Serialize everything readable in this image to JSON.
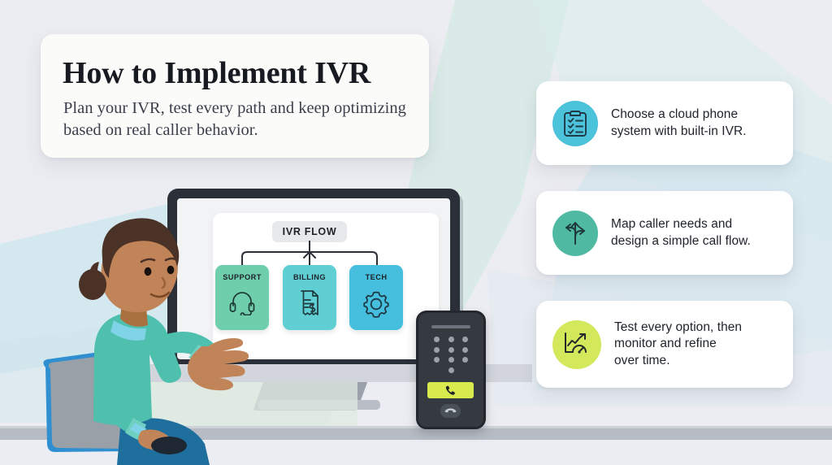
{
  "background": {
    "base_color": "#ecedf2",
    "ribbon_mint": "#cfeae0",
    "ribbon_cyan": "#cfe6f0",
    "wedge_cyan": "#bfe3ec"
  },
  "title_card": {
    "heading": "How to Implement IVR",
    "subtitle_line1": "Plan your IVR, test every path and keep",
    "subtitle_line2": "optimizing based on real caller behavior."
  },
  "steps": [
    {
      "icon": "clipboard-checklist-icon",
      "icon_bg": "#4cc3da",
      "icon_stroke": "#1f3a46",
      "line1": "Choose a cloud phone",
      "line2": "system with built-in IVR.",
      "line3": ""
    },
    {
      "icon": "branching-arrows-icon",
      "icon_bg": "#4fb9a2",
      "icon_stroke": "#1f3a3a",
      "line1": "Map caller needs and",
      "line2": "design a simple call flow.",
      "line3": ""
    },
    {
      "icon": "growth-chart-gauge-icon",
      "icon_bg": "#d4e85c",
      "icon_stroke": "#23282c",
      "line1": "Test every option, then",
      "line2": "monitor and refine",
      "line3": "over time."
    }
  ],
  "monitor": {
    "frame_color": "#2b2f38",
    "screen_color": "#f2f3f5",
    "flow": {
      "root_label": "IVR FLOW",
      "root_bg": "#e7e8ec",
      "nodes": [
        {
          "label": "SUPPORT",
          "color": "#6fcfad",
          "icon": "headset-icon"
        },
        {
          "label": "BILLING",
          "color": "#5fcfd4",
          "icon": "invoice-dollar-icon"
        },
        {
          "label": "TECH",
          "color": "#45bfdd",
          "icon": "gear-icon"
        }
      ]
    }
  },
  "phone": {
    "body_color": "#353a41",
    "call_button_color": "#d8ea4e",
    "call_icon": "phone-handset-icon",
    "end_icon": "phone-hangup-icon",
    "keypad_rows": 4
  },
  "illustration": {
    "person": "woman-at-desk-illustration",
    "hair_color": "#4b3226",
    "skin_color": "#c08458",
    "sweater_color": "#4fbfae",
    "jeans_color": "#1f6f9e",
    "chair_color": "#9aa0a8",
    "chair_outline": "#2f8fd0",
    "cloud": "cloud-network-icon",
    "cloud_color": "#9fdfcd",
    "desk_color": "#d2d6dc"
  }
}
